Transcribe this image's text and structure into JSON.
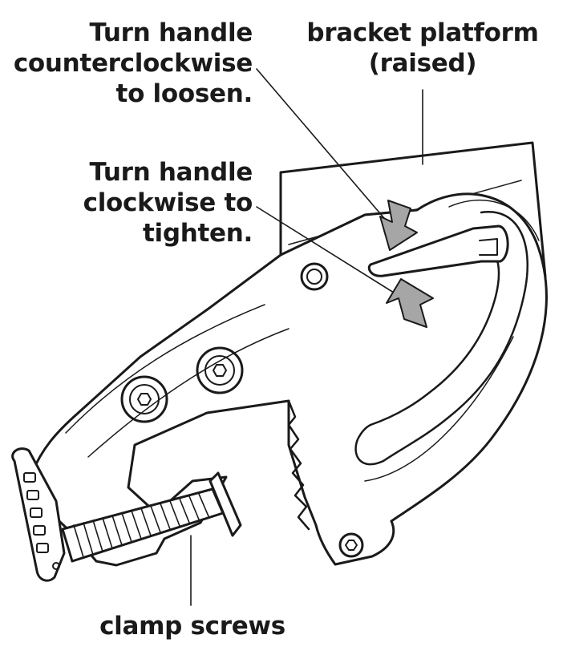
{
  "labels": {
    "loosen": {
      "lines": [
        "Turn handle",
        "counterclockwise",
        "to loosen."
      ]
    },
    "tighten": {
      "lines": [
        "Turn handle",
        "clockwise to",
        "tighten."
      ]
    },
    "platform": {
      "lines": [
        "bracket platform",
        "(raised)"
      ]
    },
    "clamp": {
      "lines": [
        "clamp screws"
      ]
    }
  },
  "colors": {
    "outline": "#1a1a1a",
    "arrow_fill": "#a6a6a6",
    "background": "#ffffff"
  }
}
